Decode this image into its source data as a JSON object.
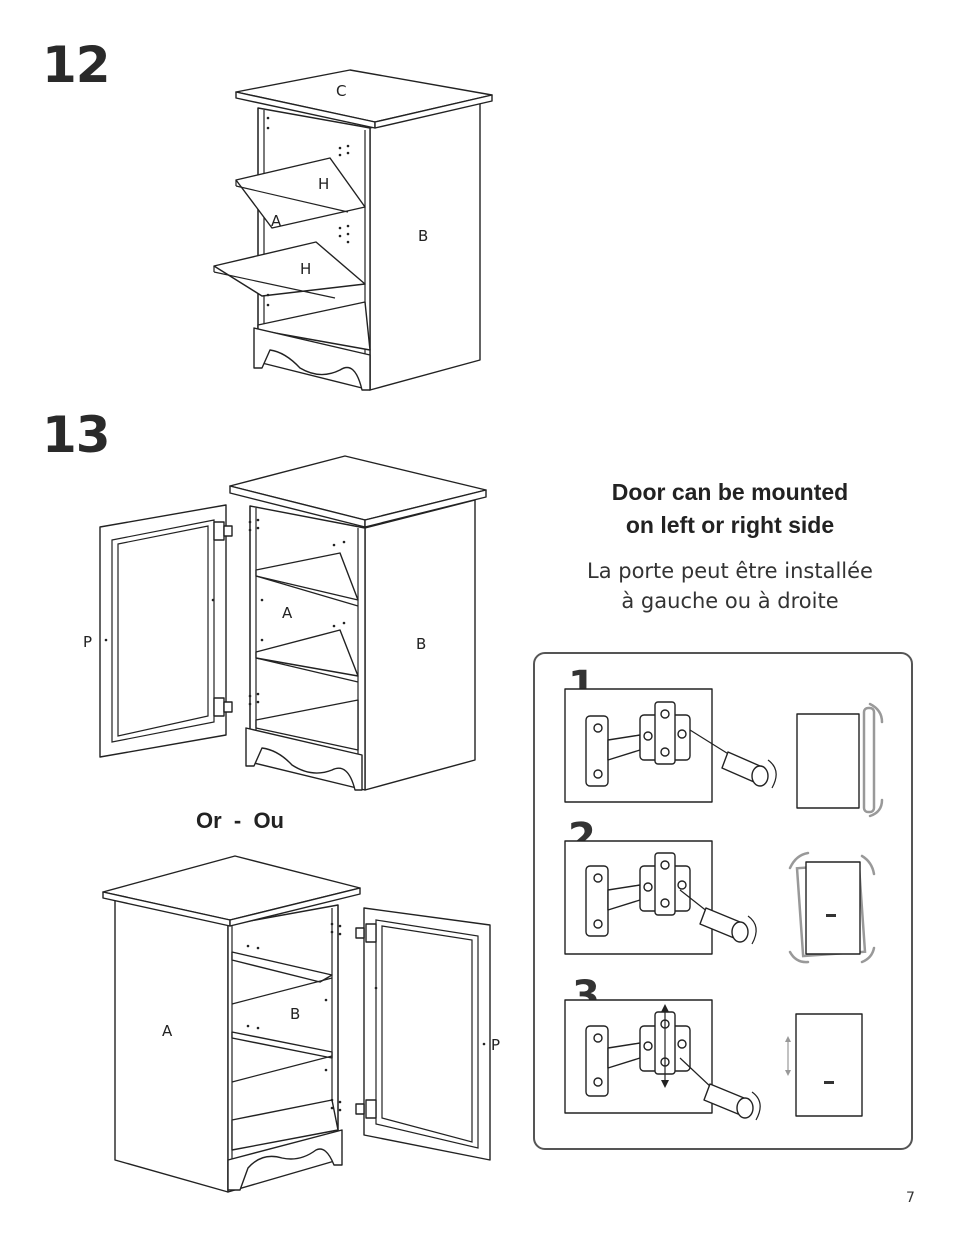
{
  "steps": {
    "step12": {
      "number": "12",
      "labels": {
        "top": "C",
        "shelf_upper": "H",
        "back": "A",
        "shelf_lower": "H",
        "side": "B"
      }
    },
    "step13": {
      "number": "13",
      "labels": {
        "door_left": "P",
        "back_a": "A",
        "side_b": "B"
      }
    },
    "step13_alt": {
      "labels": {
        "side_a": "A",
        "back_b": "B",
        "door_right": "P"
      }
    }
  },
  "mount_note": {
    "en_line1": "Door can be mounted",
    "en_line2": "on left or right side",
    "fr_line1": "La porte peut être installée",
    "fr_line2": "à gauche ou à droite"
  },
  "or_label": "Or  -  Ou",
  "adjustment_steps": [
    "1",
    "2",
    "3"
  ],
  "page_number": "7",
  "icons": [
    "screwdriver-icon",
    "hinge-icon",
    "rotate-arrow-icon",
    "door-panel-icon"
  ]
}
